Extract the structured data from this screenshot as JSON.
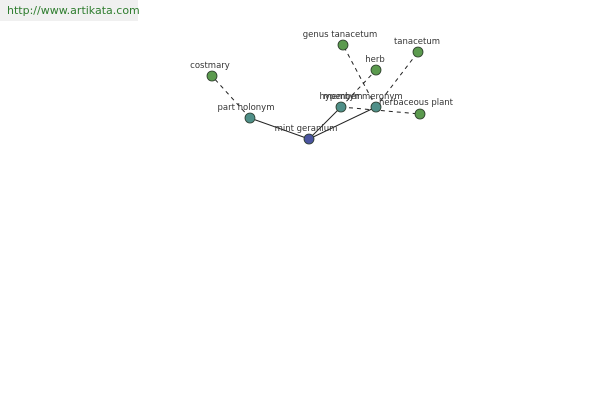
{
  "watermark": {
    "url": "http://www.artikata.com"
  },
  "colors": {
    "center_node": "#4b55a0",
    "relation_node": "#4f8f88",
    "leaf_node": "#5b9a4e",
    "node_stroke": "#2b3a2b",
    "edge": "#222222",
    "text": "#333333",
    "url_text": "#2f7d2f",
    "banner_bg": "#f0f0f0"
  },
  "graph": {
    "nodes": [
      {
        "id": "mint-geranium",
        "label": "mint geranium",
        "kind": "center"
      },
      {
        "id": "part-holonym",
        "label": "part holonym",
        "kind": "relation"
      },
      {
        "id": "hypernym",
        "label": "hypernym",
        "kind": "relation"
      },
      {
        "id": "member-meronym",
        "label": "member meronym",
        "kind": "relation"
      },
      {
        "id": "costmary",
        "label": "costmary",
        "kind": "leaf"
      },
      {
        "id": "genus-tanacetum",
        "label": "genus tanacetum",
        "kind": "leaf"
      },
      {
        "id": "herb",
        "label": "herb",
        "kind": "leaf"
      },
      {
        "id": "tanacetum",
        "label": "tanacetum",
        "kind": "leaf"
      },
      {
        "id": "herbaceous-plant",
        "label": "herbaceous plant",
        "kind": "leaf"
      }
    ],
    "edges": [
      {
        "from": "mint-geranium",
        "to": "part-holonym",
        "style": "solid"
      },
      {
        "from": "mint-geranium",
        "to": "hypernym",
        "style": "solid"
      },
      {
        "from": "mint-geranium",
        "to": "member-meronym",
        "style": "solid"
      },
      {
        "from": "part-holonym",
        "to": "costmary",
        "style": "dashed"
      },
      {
        "from": "member-meronym",
        "to": "genus-tanacetum",
        "style": "dashed"
      },
      {
        "from": "member-meronym",
        "to": "tanacetum",
        "style": "dashed"
      },
      {
        "from": "hypernym",
        "to": "herbaceous-plant",
        "style": "dashed"
      },
      {
        "from": "hypernym",
        "to": "herb",
        "style": "dashed"
      }
    ]
  }
}
